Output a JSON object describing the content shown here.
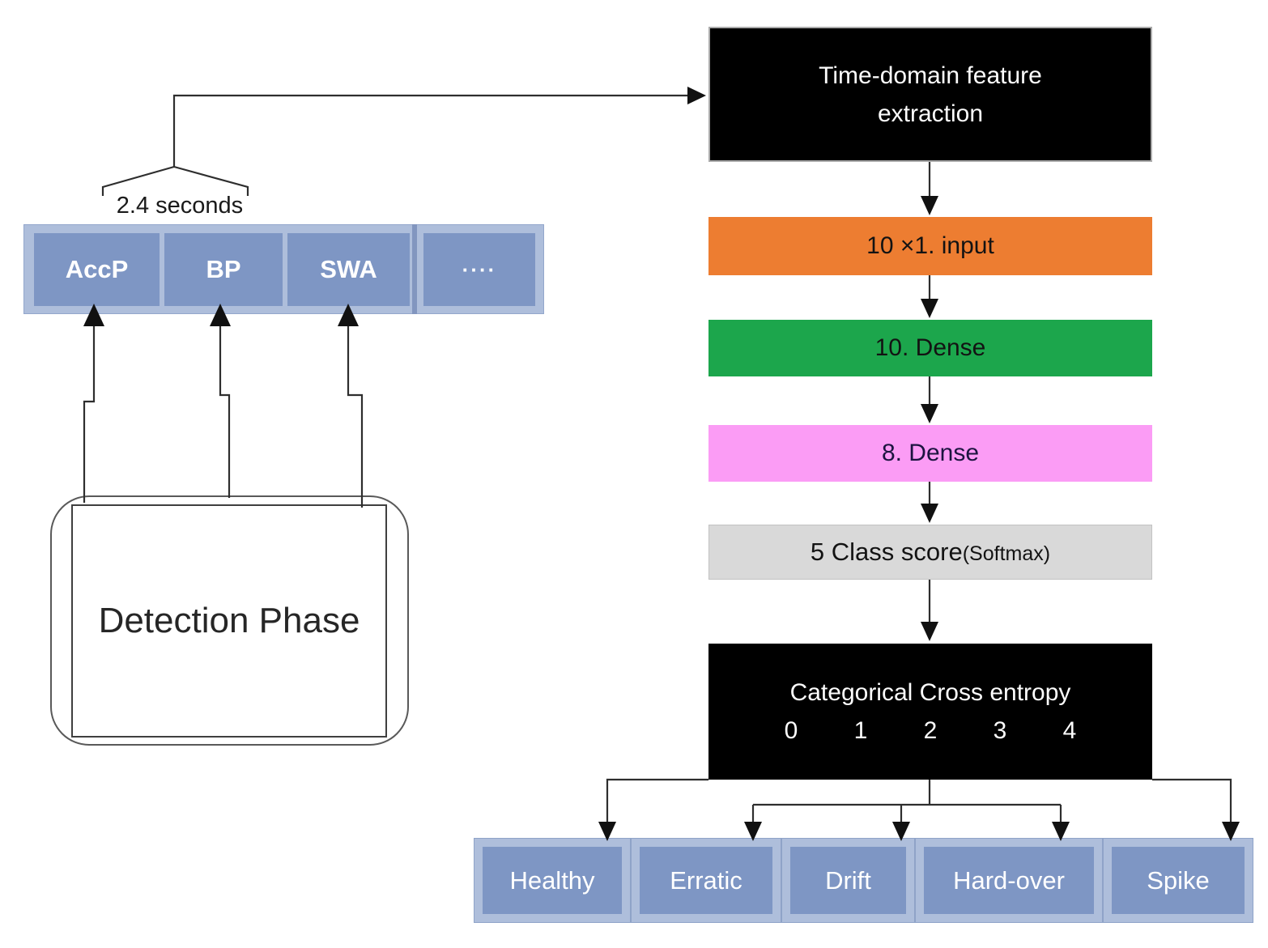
{
  "signal_bar": {
    "duration_label": "2.4 seconds",
    "segments": [
      {
        "label": "AccP"
      },
      {
        "label": "BP"
      },
      {
        "label": "SWA"
      },
      {
        "label": "····"
      }
    ]
  },
  "detection_phase": {
    "label": "Detection Phase"
  },
  "network": {
    "feature_extraction": {
      "label": "Time-domain feature extraction"
    },
    "input_layer": {
      "label": "10 ×1. input"
    },
    "dense1": {
      "label": "10. Dense"
    },
    "dense2": {
      "label": "8. Dense"
    },
    "class_score": {
      "label_main": "5 Class score",
      "label_sub": "(Softmax)"
    },
    "loss": {
      "label": "Categorical Cross entropy",
      "class_indices": [
        "0",
        "1",
        "2",
        "3",
        "4"
      ]
    }
  },
  "output_classes": {
    "segments": [
      {
        "label": "Healthy"
      },
      {
        "label": "Erratic"
      },
      {
        "label": "Drift"
      },
      {
        "label": "Hard-over"
      },
      {
        "label": "Spike"
      }
    ]
  },
  "colors": {
    "feature_box_bg": "#000000",
    "input_layer_bg": "#ED7D31",
    "dense1_bg": "#1CA64C",
    "dense2_bg": "#FB9CF5",
    "class_score_bg": "#D9D9D9",
    "loss_bg": "#000000",
    "signal_segment_bg": "#7E96C4",
    "signal_frame_bg": "#AEBEDB",
    "connector": "#2e2e2e"
  }
}
